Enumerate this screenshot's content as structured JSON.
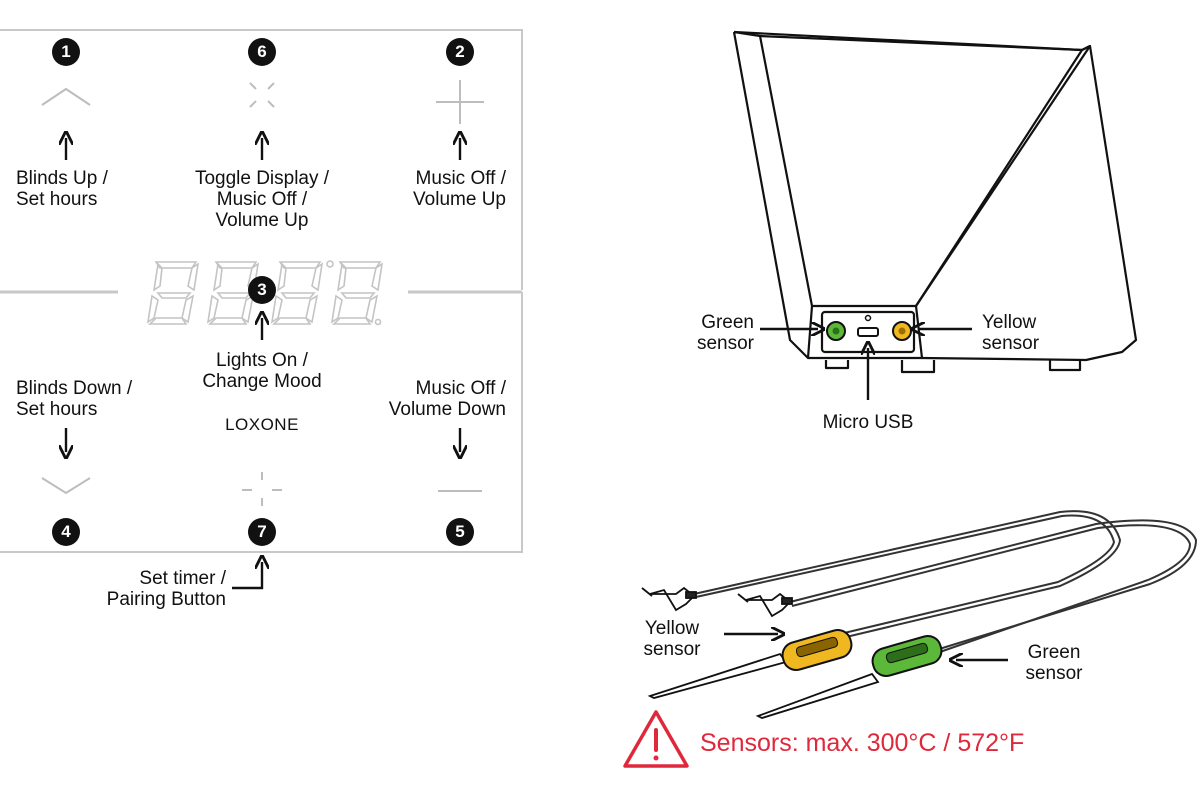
{
  "buttons": [
    {
      "num": "1",
      "label_l1": "Blinds Up /",
      "label_l2": "Set hours",
      "label_l3": ""
    },
    {
      "num": "6",
      "label_l1": "Toggle Display /",
      "label_l2": "Music Off /",
      "label_l3": "Volume Up"
    },
    {
      "num": "2",
      "label_l1": "Music Off /",
      "label_l2": "Volume Up",
      "label_l3": ""
    },
    {
      "num": "3",
      "label_l1": "Lights On /",
      "label_l2": "Change Mood",
      "label_l3": ""
    },
    {
      "num": "4",
      "label_l1": "Blinds Down /",
      "label_l2": "Set hours",
      "label_l3": ""
    },
    {
      "num": "7",
      "label_l1": "Set timer /",
      "label_l2": "Pairing Button",
      "label_l3": ""
    },
    {
      "num": "5",
      "label_l1": "Music Off /",
      "label_l2": "Volume Down",
      "label_l3": ""
    }
  ],
  "brand": "LOXONE",
  "device_labels": {
    "green_l1": "Green",
    "green_l2": "sensor",
    "yellow_l1": "Yellow",
    "yellow_l2": "sensor",
    "usb": "Micro USB"
  },
  "cable_labels": {
    "yellow_l1": "Yellow",
    "yellow_l2": "sensor",
    "green_l1": "Green",
    "green_l2": "sensor"
  },
  "warning": "Sensors: max. 300°C / 572°F",
  "colors": {
    "warning": "#e0283c",
    "green_sensor": "#5cb839",
    "yellow_sensor": "#f0b820",
    "touch_symbol": "#bdbdbd",
    "panel_line": "#c8c8c8"
  }
}
